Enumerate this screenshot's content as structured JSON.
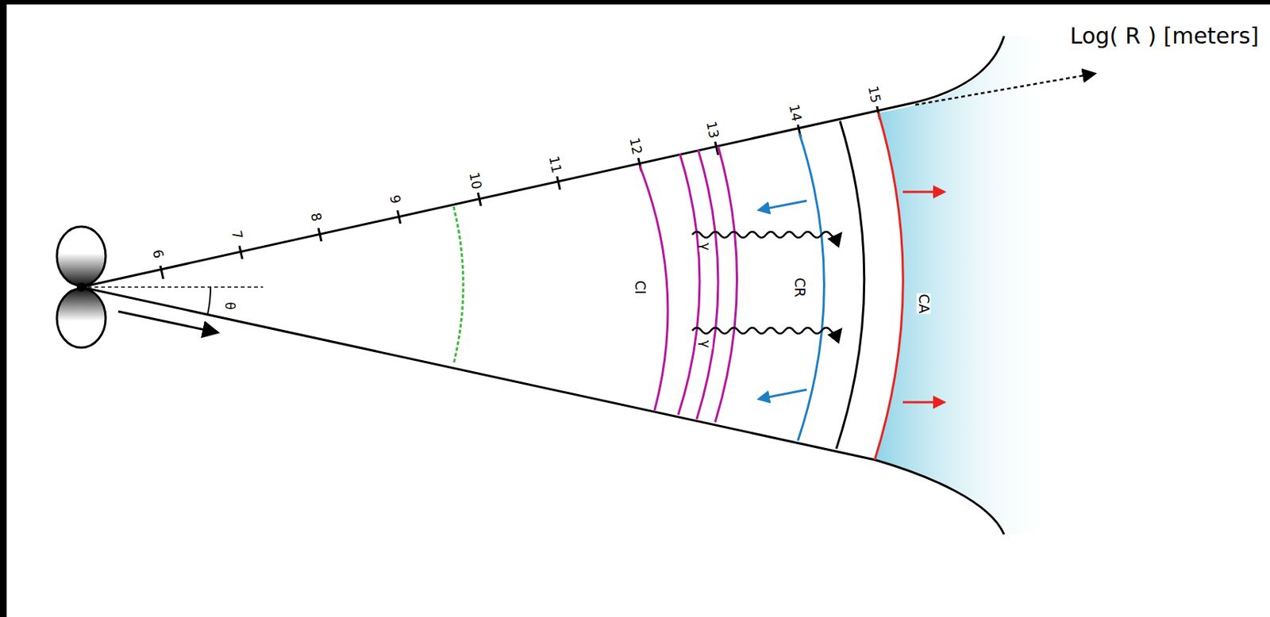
{
  "diagram": {
    "labels": [
      "Log( R ) [meters]",
      "6",
      "7",
      "8",
      "9",
      "10",
      "11",
      "12",
      "13",
      "14",
      "15",
      "θ",
      "CI",
      "CR",
      "CA",
      "γ",
      "γ"
    ]
  }
}
